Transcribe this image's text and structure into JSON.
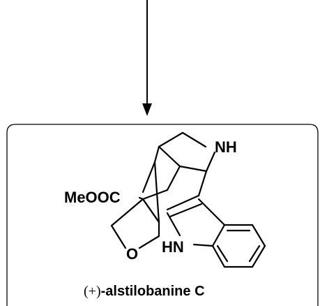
{
  "scheme": {
    "compound_caption_prefix": "(+)",
    "compound_caption_name": "-alstilobanine C",
    "atom_labels": {
      "nh_amine": "NH",
      "ester": "MeOOC",
      "oxygen": "O",
      "nh_indole": "HN"
    }
  }
}
